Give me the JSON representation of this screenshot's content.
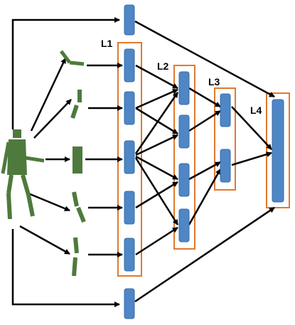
{
  "diagram": {
    "layer_labels": [
      "L1",
      "L2",
      "L3",
      "L4"
    ],
    "colors": {
      "node_fill": "#4f86c6",
      "node_stroke": "#3a6ea8",
      "layer_box": "#e07a2e",
      "figure": "#4e7a3d",
      "arrow": "#000000"
    }
  }
}
